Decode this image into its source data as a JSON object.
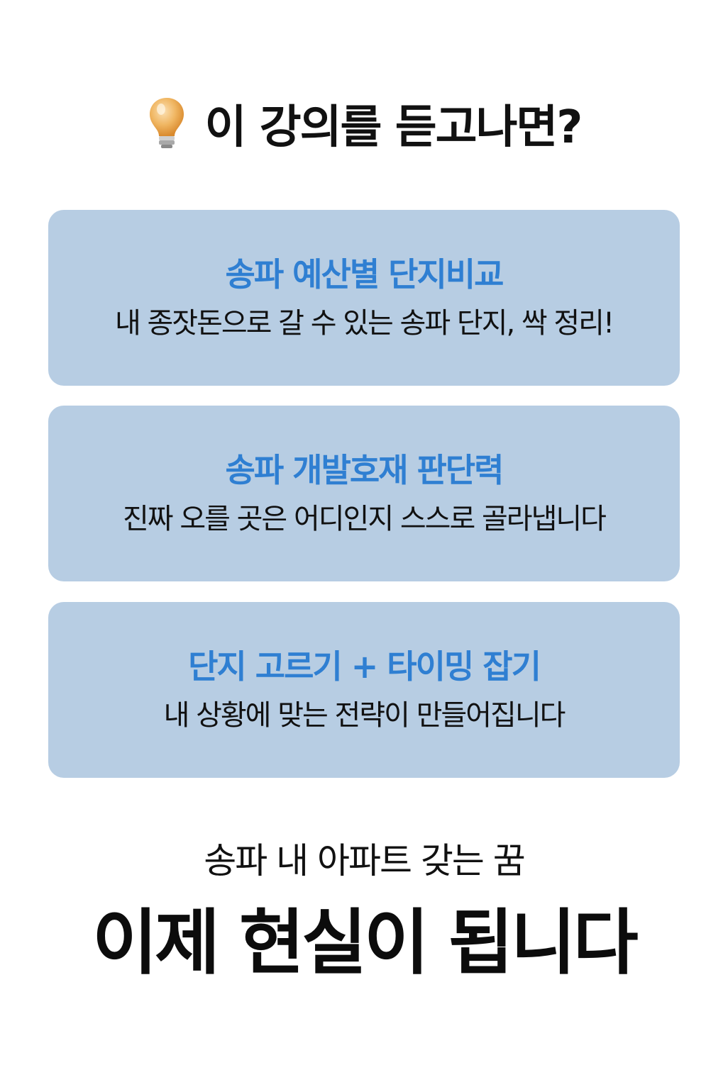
{
  "header": {
    "icon": "lightbulb-icon",
    "title": "이 강의를 듣고나면?"
  },
  "accent_color": "#2f7fd2",
  "card_bg_color": "#b7cde3",
  "cards": [
    {
      "title": "송파 예산별 단지비교",
      "description": "내 종잣돈으로 갈 수 있는 송파 단지, 싹 정리!"
    },
    {
      "title": "송파 개발호재 판단력",
      "description": "진짜 오를 곳은 어디인지 스스로 골라냅니다"
    },
    {
      "title": "단지 고르기 + 타이밍 잡기",
      "description": "내 상황에 맞는 전략이 만들어집니다"
    }
  ],
  "footer": {
    "line1": "송파 내 아파트 갖는 꿈",
    "line2": "이제 현실이 됩니다"
  }
}
